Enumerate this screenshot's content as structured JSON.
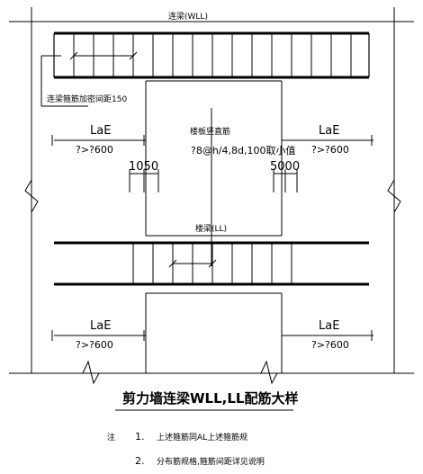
{
  "drawing": {
    "top_beam_label": "连梁(WLL)",
    "bottom_beam_label": "楼梁(LL)",
    "note_stirrup_spacing": "连梁箍筋加密间距150",
    "middle_note_title": "楼板竖直筋",
    "middle_note_value": "?8@h/4,8d,100取小值",
    "left_anchor_label": "LaE",
    "left_anchor_value": "?>?600",
    "right_anchor_label": "LaE",
    "right_anchor_value": "?>?600",
    "lower_left_anchor_label": "LaE",
    "lower_left_anchor_value": "?>?600",
    "lower_right_anchor_label": "LaE",
    "lower_right_anchor_value": "?>?600",
    "left_dimension": "1050",
    "right_dimension": "5000"
  },
  "caption": {
    "title": "剪力墙连梁WLL,LL配筋大样",
    "notes_prefix": "注",
    "note_1_number": "1.",
    "note_1_text": "上述箍筋同AL上述箍筋规",
    "note_2_number": "2.",
    "note_2_text": "分布筋规格,箍筋间距详见说明"
  }
}
